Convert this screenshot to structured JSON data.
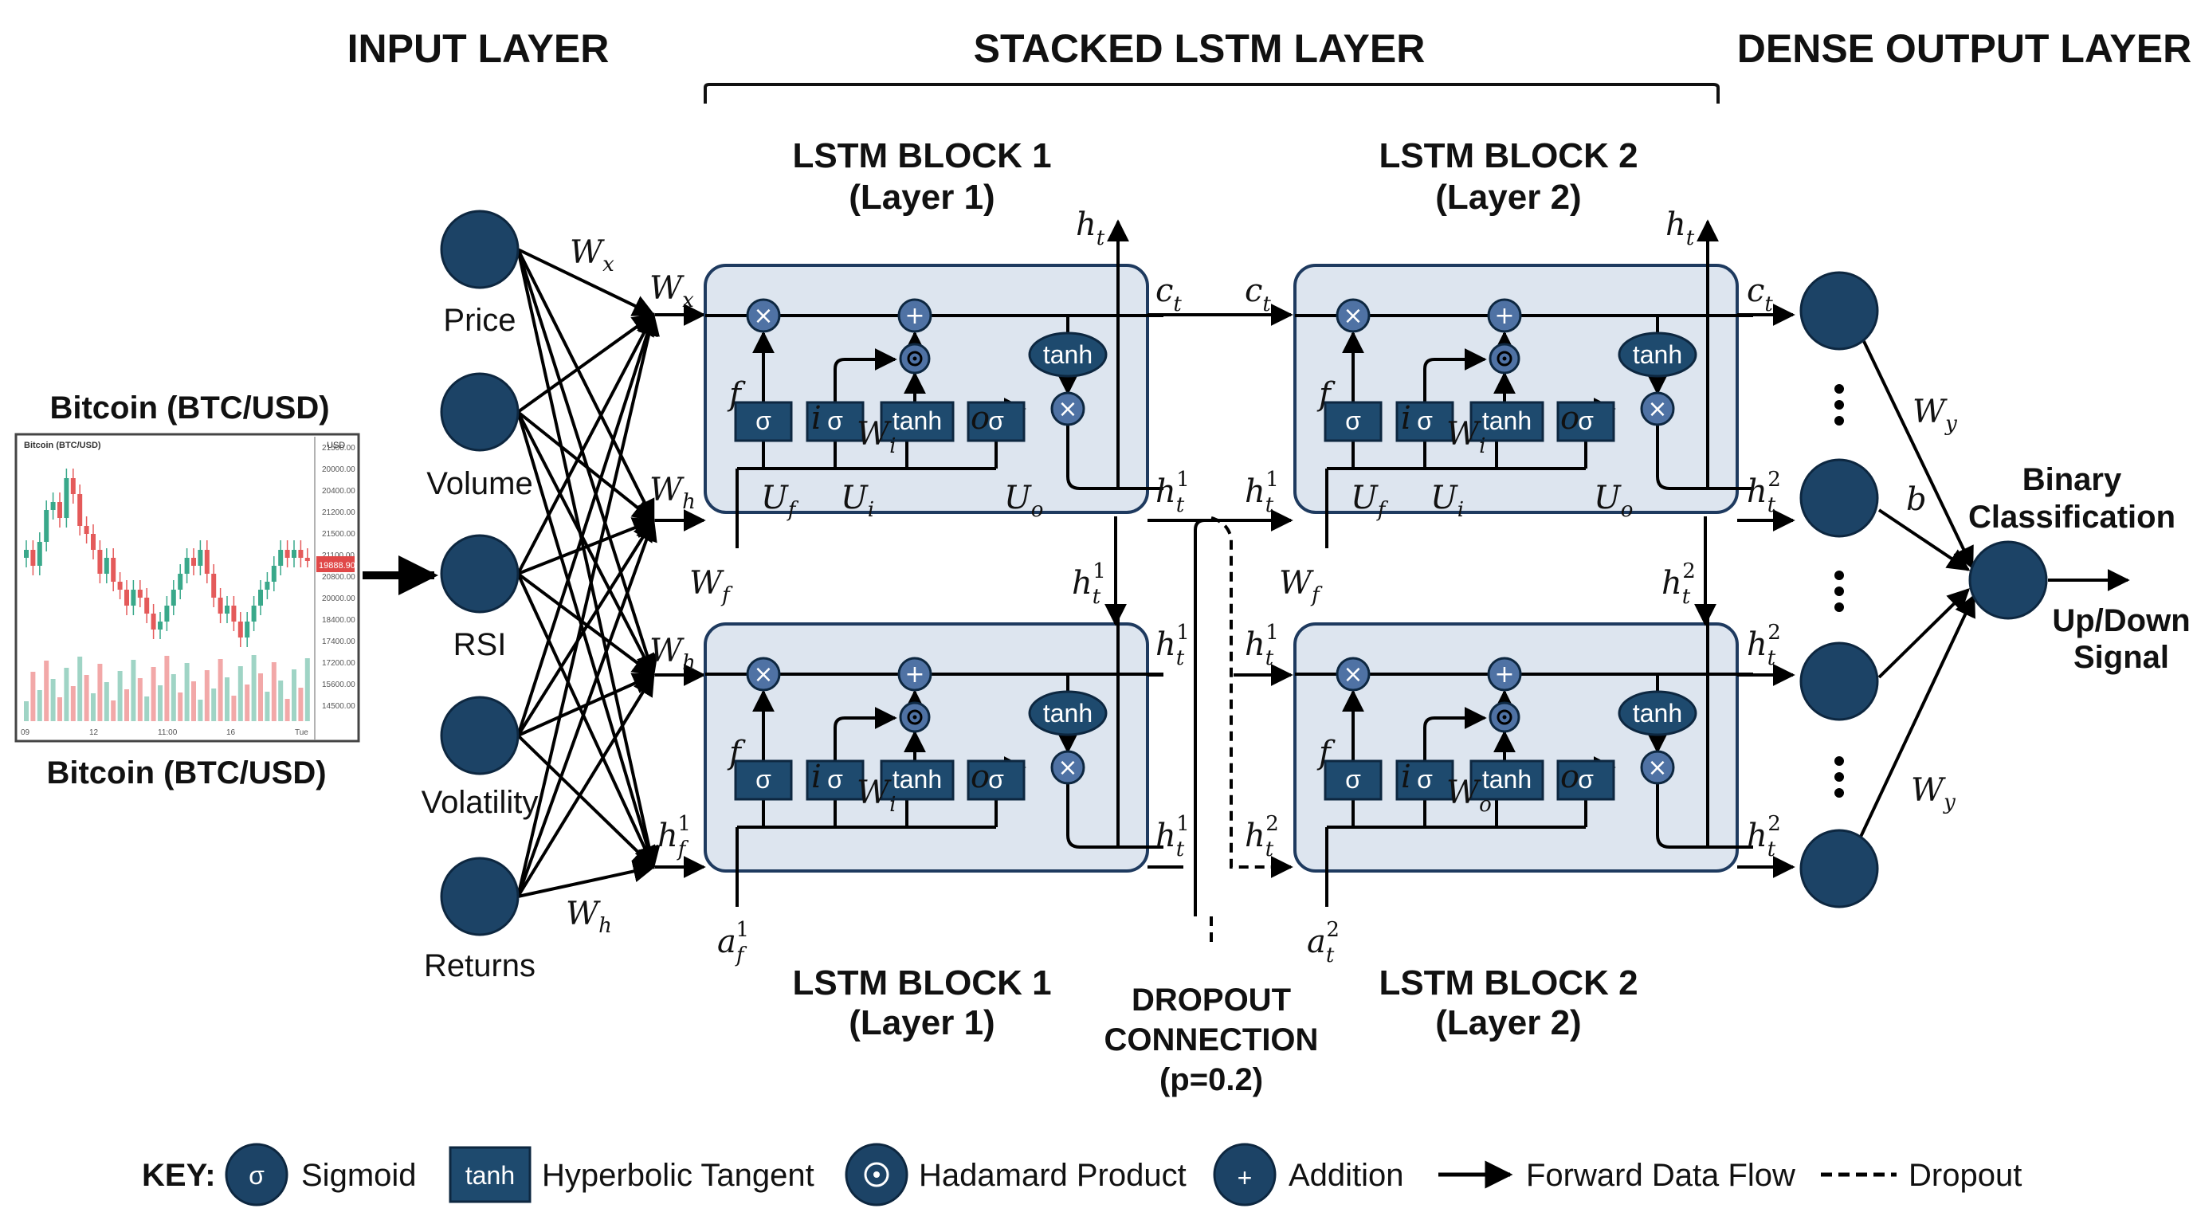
{
  "headers": {
    "input": "INPUT LAYER",
    "stacked": "STACKED LSTM LAYER",
    "dense": "DENSE OUTPUT LAYER"
  },
  "chart_card": {
    "title_top": "Bitcoin (BTC/USD)",
    "title_bottom": "Bitcoin (BTC/USD)",
    "mini_title": "Bitcoin (BTC/USD)",
    "currency": "USD",
    "price_ticks": [
      "21500.00",
      "20000.00",
      "20400.00",
      "21200.00",
      "21500.00",
      "21100.00",
      "20800.00",
      "20000.00",
      "18400.00",
      "17400.00",
      "17200.00",
      "15600.00",
      "14500.00"
    ],
    "current_price": "19888.90",
    "time_ticks": [
      "09",
      "12",
      "11:00",
      "16",
      "Tue"
    ]
  },
  "inputs": [
    "Price",
    "Volume",
    "RSI",
    "Volatility",
    "Returns"
  ],
  "block_titles": {
    "b1_top": [
      "LSTM BLOCK 1",
      "(Layer 1)"
    ],
    "b2_top": [
      "LSTM BLOCK 2",
      "(Layer 2)"
    ],
    "b1_bottom": [
      "LSTM BLOCK 1",
      "(Layer 1)"
    ],
    "b2_bottom": [
      "LSTM BLOCK 2",
      "(Layer 2)"
    ]
  },
  "gate_labels": {
    "sigma": "σ",
    "tanh": "tanh",
    "times": "×",
    "plus": "+",
    "hadamard": "⊙"
  },
  "dropout": [
    "DROPOUT",
    "CONNECTION",
    "(p=0.2)"
  ],
  "output": {
    "label": [
      "Binary",
      "Classification"
    ],
    "signal": [
      "Up/Down",
      "Signal"
    ]
  },
  "key": {
    "title": "KEY:",
    "items": [
      "Sigmoid",
      "Hyperbolic Tangent",
      "Hadamard Product",
      "Addition",
      "Forward Data Flow",
      "Dropout"
    ]
  },
  "colors": {
    "node": "#1c4366",
    "block_fill": "#dde5ef",
    "block_stroke": "#1e3a5f",
    "gate": "#1e4a6e",
    "circle_op": "#4f72a4"
  }
}
